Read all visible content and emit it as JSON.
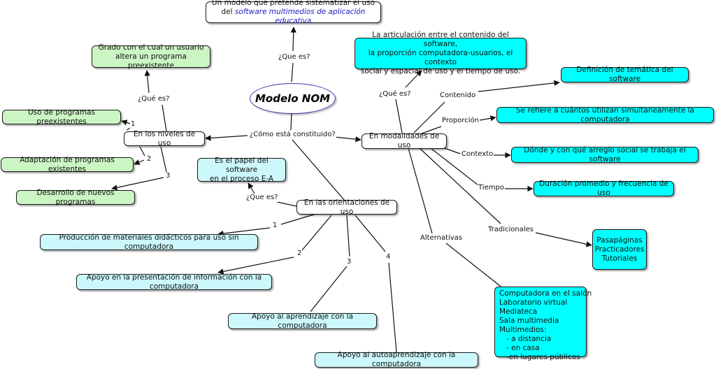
{
  "central": {
    "title": "Modelo NOM"
  },
  "top_definition": {
    "line1": "Un modelo que pretende sistematizar el uso",
    "line2_prefix": "del ",
    "line2_italic": "software multimedios de aplicación educativa"
  },
  "links": {
    "que_es_top": "¿Que es?",
    "como_esta": "¿Cómo está constituido?",
    "que_es_niveles": "¿Qué es?",
    "que_es_orient": "¿Que es?",
    "que_es_modal": "¿Qué es?",
    "n1": "1",
    "n2": "2",
    "n3": "3",
    "o1": "1",
    "o2": "2",
    "o3": "3",
    "o4": "4",
    "contenido": "Contenido",
    "proporcion": "Proporción",
    "contexto": "Contexto",
    "tiempo": "Tiempo",
    "tradicionales": "Tradicionales",
    "alternativas": "Alternativas"
  },
  "niveles": {
    "title": "En los niveles de uso",
    "definition": [
      "Grado con el cual un usuario",
      "altera un programa preexistente"
    ],
    "items": [
      "Uso de programas preexistentes",
      "Adaptación de programas existentes",
      "Desarrollo de nuevos programas"
    ]
  },
  "orientaciones": {
    "title": "En las orientaciones de uso",
    "definition": [
      "Es el papel del software",
      "en el proceso E-A"
    ],
    "items": [
      "Producción de materiales didácticos para uso sin computadora",
      "Apoyo en la presentación de información con la computadora",
      "Apoyo al aprendizaje con la computadora",
      "Apoyo al autoaprendizaje con la computadora"
    ]
  },
  "modalidades": {
    "title": "En modalidades de uso",
    "definition": [
      "La articulación entre el contenido del software,",
      "la proporción computadora-usuarios, el contexto",
      "social y espacial de uso y el tiempo de uso."
    ],
    "contenido": "Definición de temática del software",
    "proporcion": "Se refiere a cuántos utilizan simultaneamente la computadora",
    "contexto": "Dónde y con qué arreglo social se trabaja el software",
    "tiempo": "Duración promedio y frecuencia de uso",
    "tradicionales": [
      "Pasapáginas",
      "Practicadores",
      "Tutoriales"
    ],
    "alternativas": [
      "Computadora en el salón",
      "Laboratorio virtual",
      "Mediateca",
      "Sala multimedia",
      "Multimedios:",
      "   - a distancia",
      "   - en casa",
      "   -en lugares públicos"
    ]
  },
  "colors": {
    "line": "#111111",
    "green_node": "#ccf5c4",
    "light_cyan_node": "#ccf8fb",
    "cyan_node": "#00ffff",
    "central_border": "#3a3ab0"
  }
}
